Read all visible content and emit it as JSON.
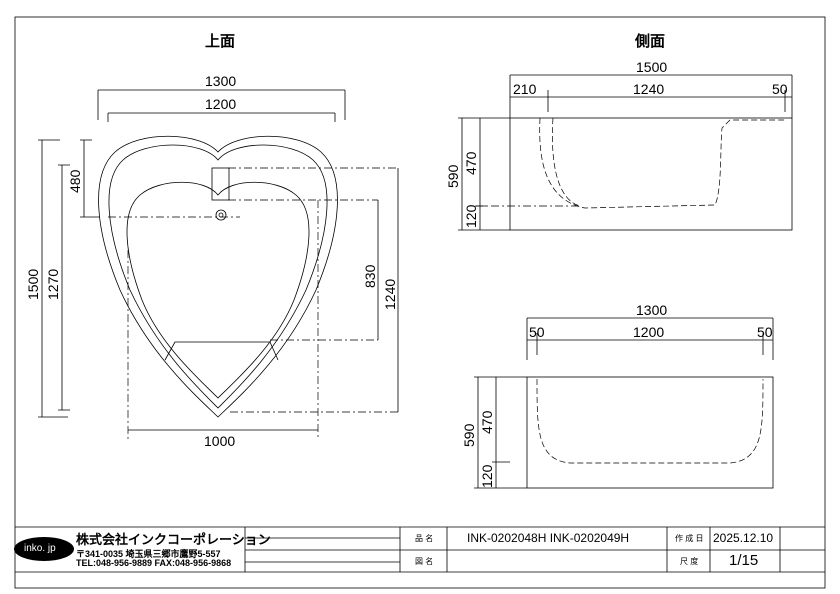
{
  "views": {
    "top_title": "上面",
    "side_title": "側面"
  },
  "top_view_dims": {
    "w_outer": "1300",
    "w_inner": "1200",
    "h_outer": "1500",
    "h_inner": "1270",
    "h_head": "480",
    "h_830": "830",
    "h_1240": "1240",
    "w_bottom": "1000"
  },
  "side_view1_dims": {
    "total": "1500",
    "left": "210",
    "mid": "1240",
    "right": "50",
    "height": "590",
    "h_top": "470",
    "h_bottom": "120"
  },
  "side_view2_dims": {
    "total": "1300",
    "left": "50",
    "mid": "1200",
    "right": "50",
    "height": "590",
    "h_top": "470",
    "h_bottom": "120"
  },
  "title_block": {
    "logo": "inko. jp",
    "company": "株式会社インクコーポレーション",
    "address": "〒341-0035 埼玉県三郷市鷹野5-557",
    "contact": "TEL:048-956-9889  FAX:048-956-9868",
    "product_label": "品 名",
    "product_value": "INK-0202048H INK-0202049H",
    "drawing_label": "図 名",
    "drawing_value": "",
    "date_label": "作 成 日",
    "date_value": "2025.12.10",
    "scale_label": "尺 度",
    "scale_value": "1/15"
  }
}
